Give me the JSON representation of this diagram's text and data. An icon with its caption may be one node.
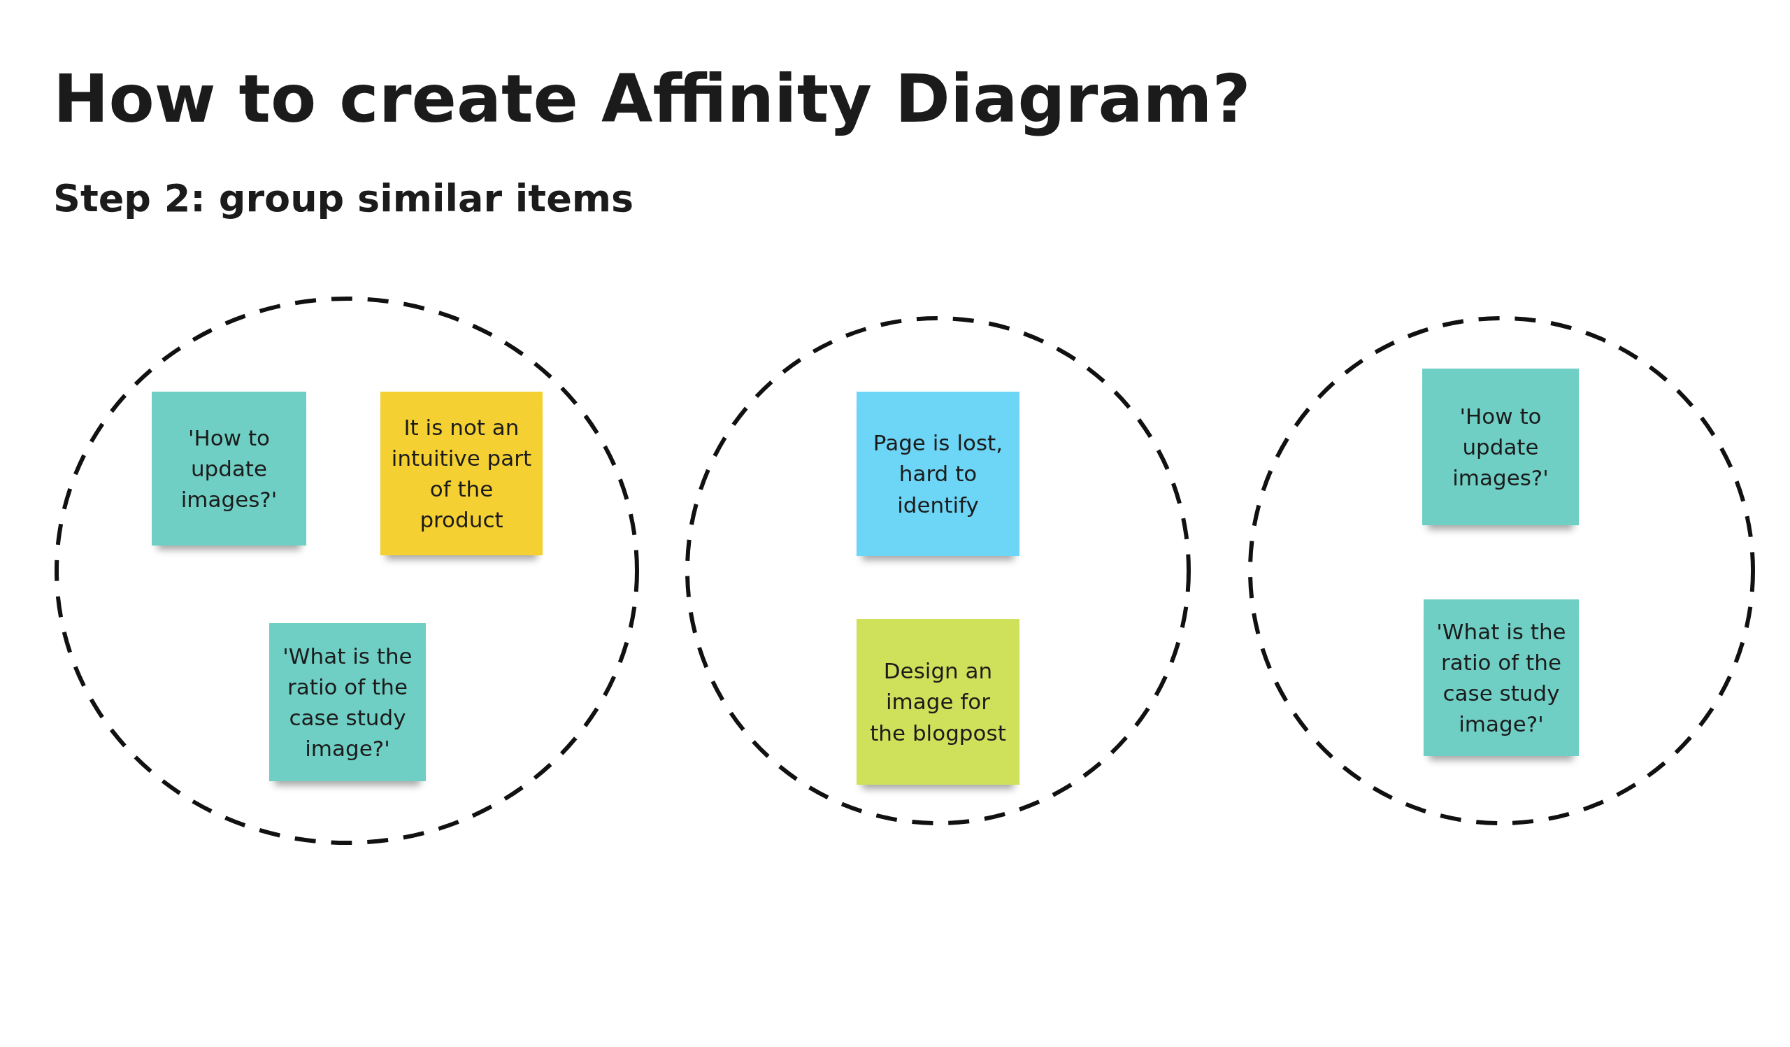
{
  "diagram": {
    "title": "How to create Affinity Diagram?",
    "caption": "Step 2: group similar items",
    "nodes": [
      {
        "text": [],
        "shape": "circle"
      },
      {
        "text": [
          "'How to update images?'"
        ],
        "in": 0
      },
      {
        "text": [
          "It is not an intuitive part of the product"
        ],
        "in": 0
      },
      {
        "text": [
          "'What is the ratio of the case study image?'"
        ],
        "in": 0
      },
      {
        "text": [],
        "shape": "circle"
      },
      {
        "text": [
          "Page is lost, hard to identify"
        ],
        "in": 4
      },
      {
        "text": [
          "Design an image for the blogpost"
        ],
        "in": 4
      },
      {
        "text": [],
        "shape": "circle"
      },
      {
        "text": [
          "'How to update images?'"
        ],
        "in": 7
      },
      {
        "text": [
          "'What is the ratio of the case study image?'"
        ],
        "in": 7
      }
    ]
  }
}
